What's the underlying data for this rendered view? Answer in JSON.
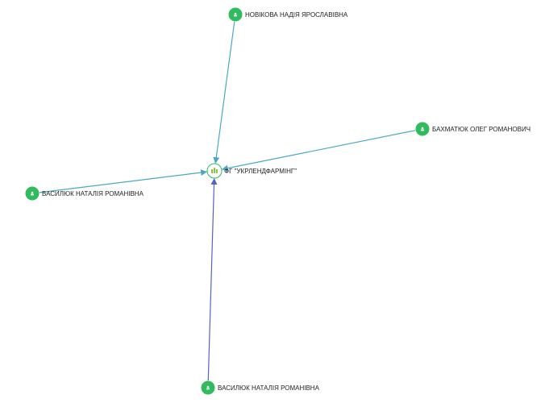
{
  "center": {
    "label": "ФГ \"УКРЛЕНДФАРМІНГ\"",
    "icon": "company-icon"
  },
  "persons": [
    {
      "label": "НОВІКОВА НАДІЯ ЯРОСЛАВІВНА",
      "icon": "person-icon"
    },
    {
      "label": "БАХМАТЮК ОЛЕГ РОМАНОВИЧ",
      "icon": "person-icon"
    },
    {
      "label": "ВАСИЛЮК НАТАЛІЯ РОМАНІВНА",
      "icon": "person-icon"
    },
    {
      "label": "ВАСИЛЮК НАТАЛІЯ РОМАНІВНА",
      "icon": "person-icon"
    }
  ],
  "colors": {
    "node": "#2fbb5e",
    "edge": "#4aa8c4",
    "edge_alt": "#5563c1",
    "company_icon": "#8cc63f"
  }
}
